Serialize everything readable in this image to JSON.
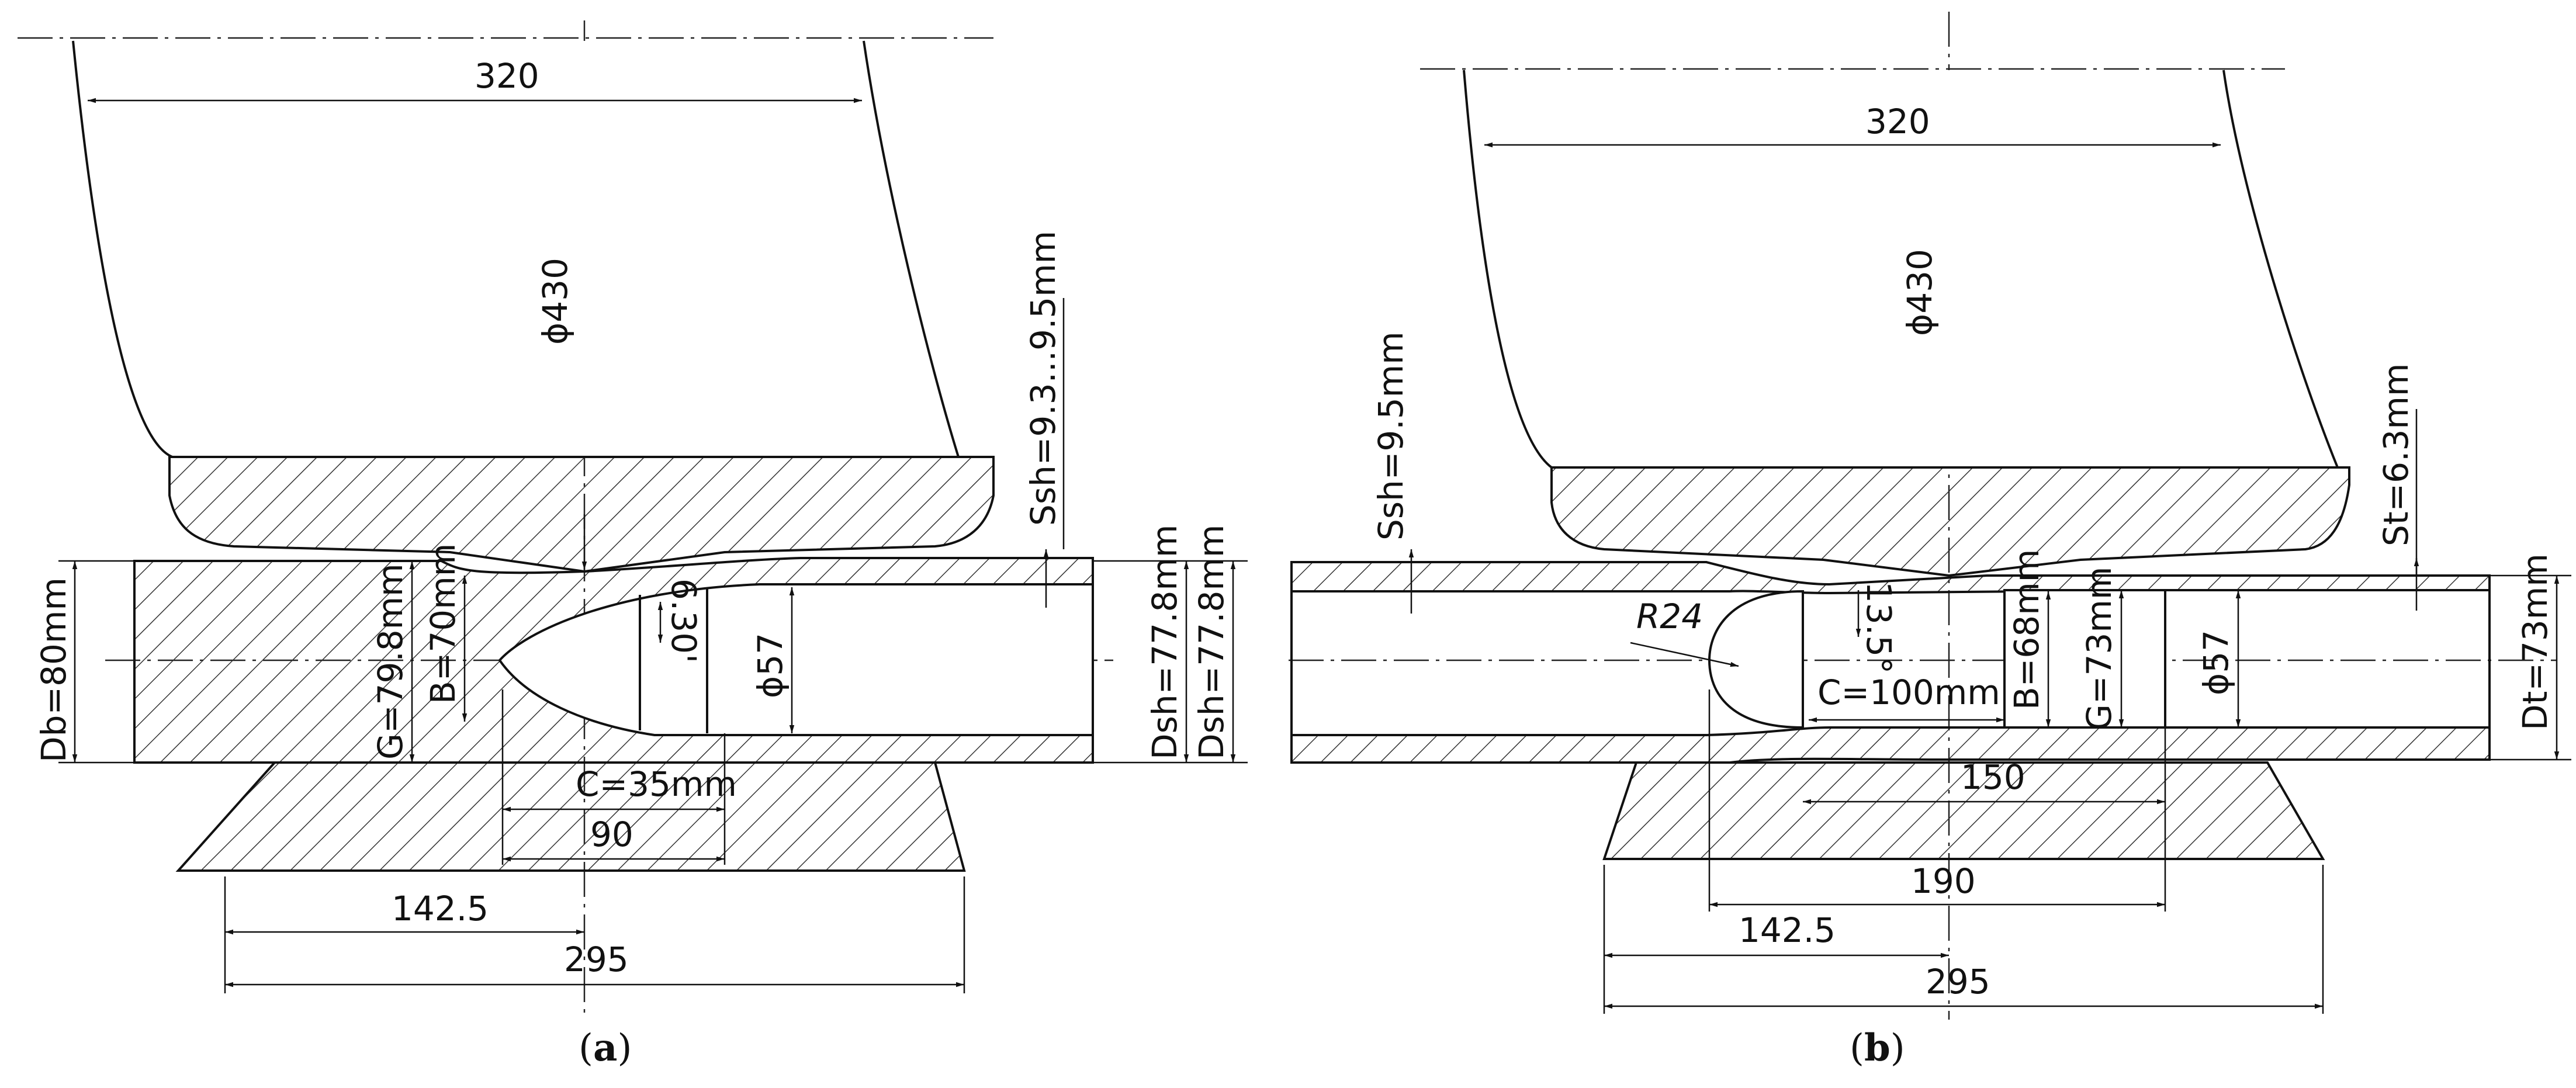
{
  "panel_a": {
    "caption_open": "(",
    "caption_letter": "a",
    "caption_close": ")",
    "dims": {
      "roll_width": "320",
      "roll_diameter": "ϕ430",
      "s_sh": "Ssh=9.3...9.5mm",
      "d_b": "Db=80mm",
      "g": "G=79.8mm",
      "b": "B=70mm",
      "angle": "6.30'",
      "mandrel": "ϕ57",
      "d_sh_1": "Dsh=77.8mm",
      "d_sh_2": "Dsh=77.8mm",
      "c": "C=35mm",
      "len_90": "90",
      "len_142": "142.5",
      "len_295": "295"
    }
  },
  "panel_b": {
    "caption_open": "(",
    "caption_letter": "b",
    "caption_close": ")",
    "dims": {
      "roll_width": "320",
      "roll_diameter": "ϕ430",
      "s_sh": "Ssh=9.5mm",
      "s_t": "St=6.3mm",
      "r": "R24",
      "angle": "13.5°",
      "c": "C=100mm",
      "b": "B=68mm",
      "g": "G=73mm",
      "mandrel": "ϕ57",
      "d_t": "Dt=73mm",
      "len_150": "150",
      "len_190": "190",
      "len_142": "142.5",
      "len_295": "295"
    }
  }
}
